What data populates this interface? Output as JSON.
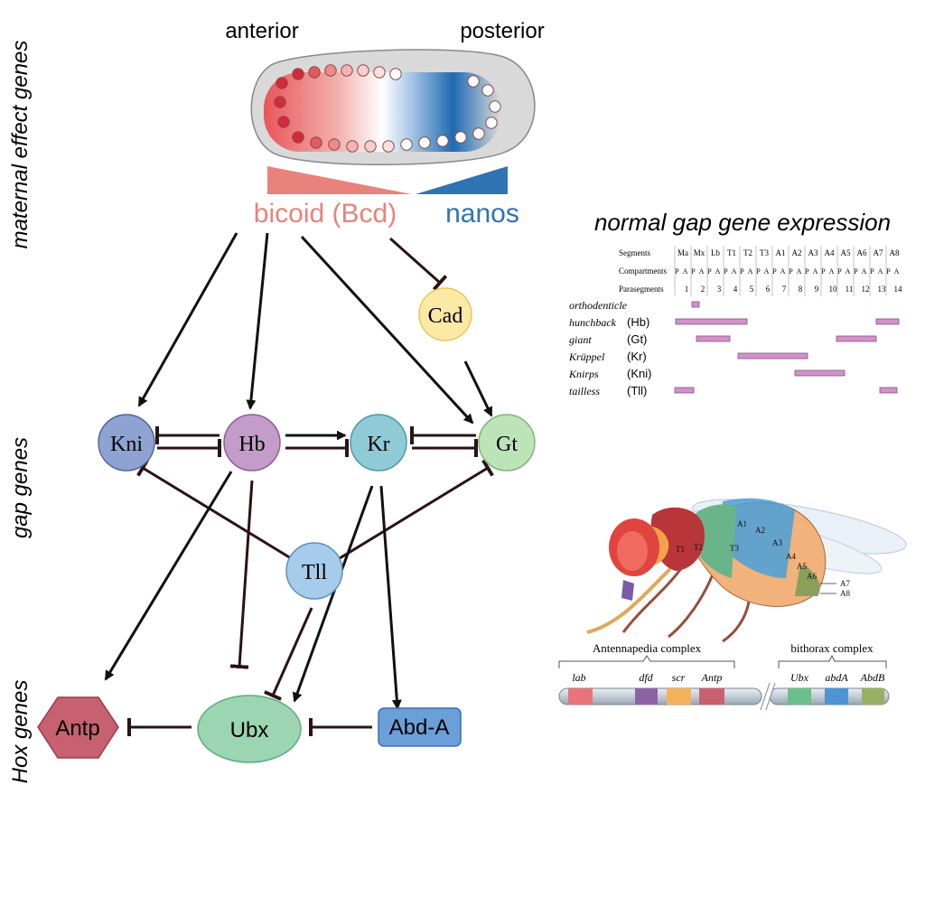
{
  "labels": {
    "anterior": "anterior",
    "posterior": "posterior",
    "maternal": "maternal effect genes",
    "gap": "gap genes",
    "hox": "Hox genes",
    "bicoid": "bicoid (Bcd)",
    "nanos": "nanos"
  },
  "colors": {
    "bicoid": "#e8827c",
    "nanos": "#2f73b2",
    "arrow": "#111111",
    "inhibit": "#2a1216"
  },
  "nodes": {
    "cad": "Cad",
    "kni": "Kni",
    "hb": "Hb",
    "kr": "Kr",
    "gt": "Gt",
    "tll": "Tll",
    "antp": "Antp",
    "ubx": "Ubx",
    "abda": "Abd-A"
  },
  "gap_table": {
    "title": "normal gap gene expression",
    "row_headers": [
      "Segments",
      "Compartments",
      "Parasegments"
    ],
    "segments": [
      "Ma",
      "Mx",
      "Lb",
      "T1",
      "T2",
      "T3",
      "A1",
      "A2",
      "A3",
      "A4",
      "A5",
      "A6",
      "A7",
      "A8"
    ],
    "compartments": [
      "P",
      "A",
      "P",
      "A",
      "P",
      "A",
      "P",
      "A",
      "P",
      "A",
      "P",
      "A",
      "P",
      "A",
      "P",
      "A",
      "P",
      "A",
      "P",
      "A",
      "P",
      "A",
      "P",
      "A",
      "P",
      "A",
      "P",
      "A",
      "P",
      "A"
    ],
    "parasegments": [
      "1",
      "2",
      "3",
      "4",
      "5",
      "6",
      "7",
      "8",
      "9",
      "10",
      "11",
      "12",
      "13",
      "14"
    ],
    "genes": [
      {
        "name": "orthodenticle",
        "abbr": ""
      },
      {
        "name": "hunchback",
        "abbr": "(Hb)"
      },
      {
        "name": "giant",
        "abbr": "(Gt)"
      },
      {
        "name": "Krüppel",
        "abbr": "(Kr)"
      },
      {
        "name": "Knirps",
        "abbr": "(Kni)"
      },
      {
        "name": "tailless",
        "abbr": "(Tll)"
      }
    ]
  },
  "fly": {
    "segments": [
      "T1",
      "T2",
      "T3",
      "A1",
      "A2",
      "A3",
      "A4",
      "A5",
      "A6",
      "A7",
      "A8"
    ],
    "antennapedia_complex": "Antennapedia complex",
    "bithorax_complex": "bithorax complex",
    "genes": [
      "lab",
      "dfd",
      "scr",
      "Antp",
      "Ubx",
      "abdA",
      "AbdB"
    ]
  }
}
